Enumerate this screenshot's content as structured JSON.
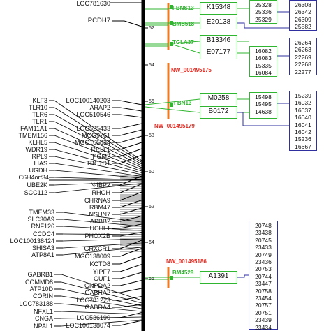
{
  "genes_left": [
    "LOC781630",
    "PCDH7",
    "KLF3",
    "TLR10",
    "TLR6",
    "TLR1",
    "FAM11A1",
    "TMEM156",
    "KLHL5",
    "WDR19",
    "RPL9",
    "LIAS",
    "UGDH",
    "C6H4orf34",
    "UBE2K",
    "SCC112",
    "TMEM33",
    "SLC30A9",
    "RNF126",
    "CCDC4",
    "LOC100138424",
    "SHISA3",
    "ATP8A1",
    "GABRB1",
    "COMMD8",
    "ATP10D",
    "CORIN",
    "LOC783188",
    "NFXL1",
    "CNGA",
    "NPAL1"
  ],
  "genes_mid": [
    "LOC100140203",
    "ARAP2",
    "LOC510546",
    "LOC525433",
    "MCG9761",
    "MGC165834",
    "RELL1",
    "PGM2",
    "TBC1D1",
    "N4BP2",
    "RHOH",
    "CHRNA9",
    "RBM47",
    "NSUN7",
    "APBB2",
    "UCHL1",
    "PHOX2B",
    "GRXCR1",
    "MGC138009",
    "KCTD8",
    "YIPF7",
    "GUF1",
    "GNPDA2",
    "GABRA2",
    "LOC781223",
    "GABRA4",
    "LOC536190",
    "LOC100138074"
  ],
  "ticks": [
    "52",
    "54",
    "56",
    "58",
    "60",
    "62",
    "64",
    "66"
  ],
  "markers": [
    "FBNS13",
    "BMS518",
    "TGLA37",
    "FBN13",
    "BM4528"
  ],
  "contigs": [
    "NW_001495175",
    "NW_001495179",
    "NW_001495186"
  ],
  "clones": [
    "K15348",
    "E20138",
    "B13346",
    "E07177",
    "M0258",
    "B0172",
    "A1391"
  ],
  "col1": [
    [
      "25328",
      "25336",
      "25329"
    ],
    [
      "16082",
      "16083",
      "15335",
      "16084"
    ],
    [
      "15498",
      "15495",
      "14638"
    ]
  ],
  "col2": [
    [
      "26308",
      "26342",
      "26309",
      "25582"
    ],
    [
      "26264",
      "26263",
      "22269",
      "22268",
      "22277"
    ],
    [
      "15239",
      "16032",
      "16037",
      "16040",
      "16041",
      "16042",
      "15236",
      "16667"
    ],
    [
      "20748",
      "23438",
      "20745",
      "23433",
      "20749",
      "23436",
      "20753",
      "20744",
      "23447",
      "20758",
      "23454",
      "20757",
      "20751",
      "23439",
      "23434"
    ]
  ]
}
